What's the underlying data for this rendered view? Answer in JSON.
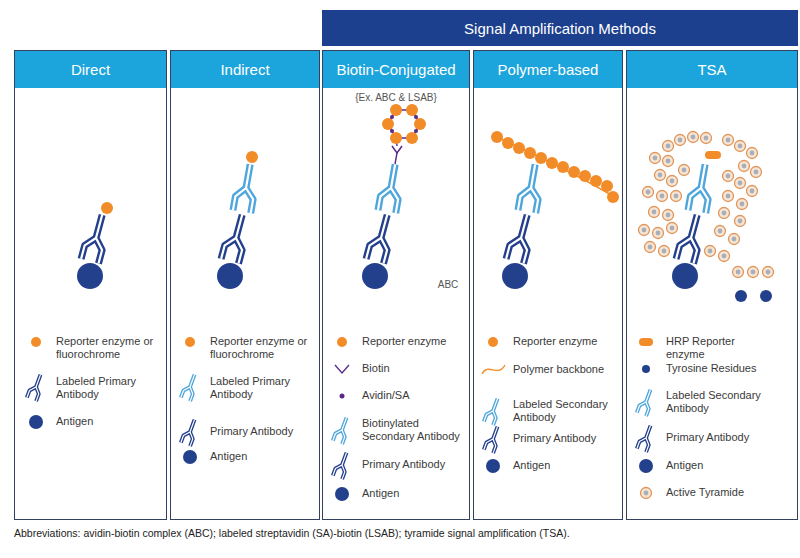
{
  "diagram": {
    "caption": "Abbreviations: avidin-biotin complex (ABC); labeled streptavidin (SA)-biotin (LSAB); tyramide signal amplification (TSA).",
    "nodes": [
      {
        "text": [
          "Signal Amplification Methods"
        ]
      },
      {
        "text": [
          "Direct"
        ]
      },
      {
        "text": [
          "Indirect"
        ]
      },
      {
        "text": [
          "Biotin-Conjugated",
          "{Ex. ABC & LSAB}",
          "ABC"
        ]
      },
      {
        "text": [
          "Polymer-based"
        ]
      },
      {
        "text": [
          "TSA"
        ]
      }
    ],
    "legend": [
      {
        "text": "Reporter enzyme or fluorochrome"
      },
      {
        "text": "Labeled Primary Antibody"
      },
      {
        "text": "Antigen"
      },
      {
        "text": "Reporter enzyme or fluorochrome"
      },
      {
        "text": "Labeled Primary Antibody"
      },
      {
        "text": "Primary Antibody"
      },
      {
        "text": "Antigen"
      },
      {
        "text": "Reporter enzyme"
      },
      {
        "text": "Biotin"
      },
      {
        "text": "Avidin/SA"
      },
      {
        "text": "Biotinylated Secondary Antibody"
      },
      {
        "text": "Primary Antibody"
      },
      {
        "text": "Antigen"
      },
      {
        "text": "Reporter enzyme"
      },
      {
        "text": "Polymer backbone"
      },
      {
        "text": "Labeled Secondary Antibody"
      },
      {
        "text": "Primary Antibody"
      },
      {
        "text": "Antigen"
      },
      {
        "text": "HRP Reporter enzyme"
      },
      {
        "text": "Tyrosine Residues"
      },
      {
        "text": "Labeled Secondary Antibody"
      },
      {
        "text": "Primary Antibody"
      },
      {
        "text": "Antigen"
      },
      {
        "text": "Active Tyramide"
      }
    ]
  }
}
